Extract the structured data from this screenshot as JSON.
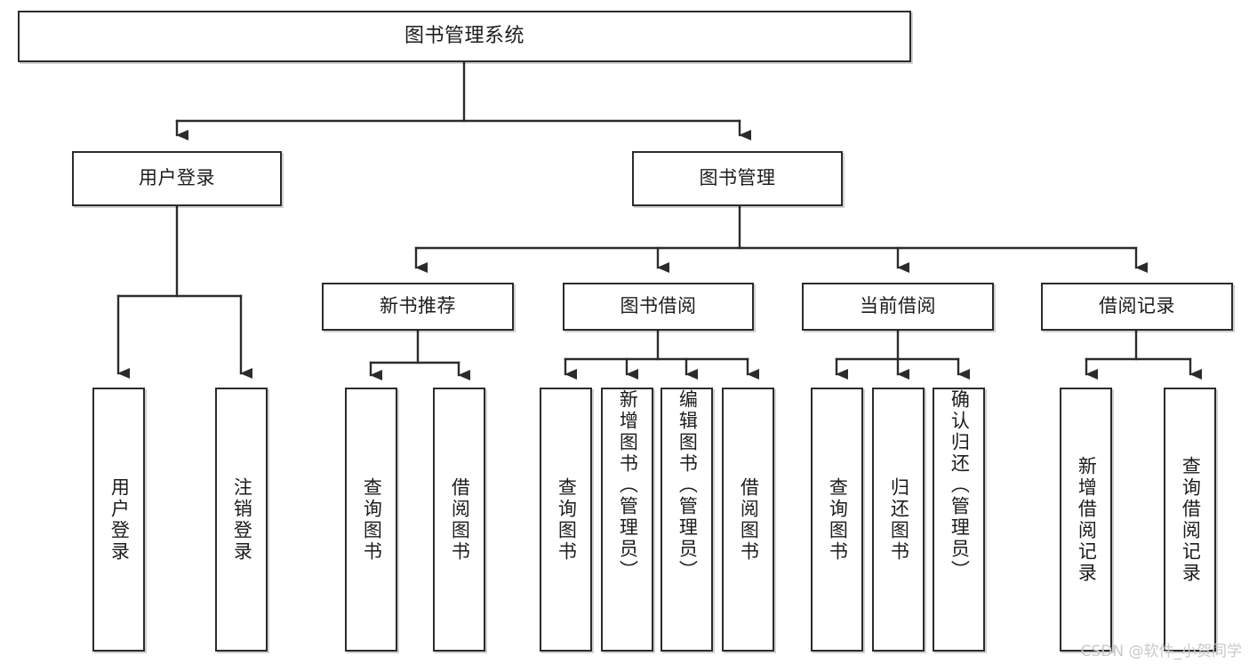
{
  "diagram": {
    "type": "tree",
    "title": "图书管理系统",
    "root": {
      "label": "图书管理系统"
    },
    "level2": [
      {
        "id": "user-login",
        "label": "用户登录"
      },
      {
        "id": "book-manage",
        "label": "图书管理"
      }
    ],
    "level3": [
      {
        "id": "new-book-recommend",
        "label": "新书推荐",
        "parent": "book-manage"
      },
      {
        "id": "book-borrow",
        "label": "图书借阅",
        "parent": "book-manage"
      },
      {
        "id": "current-borrow",
        "label": "当前借阅",
        "parent": "book-manage"
      },
      {
        "id": "borrow-record",
        "label": "借阅记录",
        "parent": "book-manage"
      }
    ],
    "leaves": [
      {
        "id": "leaf-user-login",
        "label": "用户登录",
        "parent": "user-login"
      },
      {
        "id": "leaf-logout",
        "label": "注销登录",
        "parent": "user-login"
      },
      {
        "id": "leaf-query-book-1",
        "label": "查询图书",
        "parent": "new-book-recommend"
      },
      {
        "id": "leaf-borrow-book-1",
        "label": "借阅图书",
        "parent": "new-book-recommend"
      },
      {
        "id": "leaf-query-book-2",
        "label": "查询图书",
        "parent": "book-borrow"
      },
      {
        "id": "leaf-add-book",
        "label": "新增图书（管理员）",
        "parent": "book-borrow"
      },
      {
        "id": "leaf-edit-book",
        "label": "编辑图书（管理员）",
        "parent": "book-borrow"
      },
      {
        "id": "leaf-borrow-book-2",
        "label": "借阅图书",
        "parent": "book-borrow"
      },
      {
        "id": "leaf-query-book-3",
        "label": "查询图书",
        "parent": "current-borrow"
      },
      {
        "id": "leaf-return-book",
        "label": "归还图书",
        "parent": "current-borrow"
      },
      {
        "id": "leaf-confirm-return",
        "label": "确认归还（管理员）",
        "parent": "current-borrow"
      },
      {
        "id": "leaf-add-record",
        "label": "新增借阅记录",
        "parent": "borrow-record"
      },
      {
        "id": "leaf-query-record",
        "label": "查询借阅记录",
        "parent": "borrow-record"
      }
    ],
    "colors": {
      "stroke": "#2b2b2b",
      "fill": "#ffffff",
      "text": "#1c1c1c",
      "watermark": "#c9c9c9"
    }
  },
  "watermark": {
    "text": "CSDN @软件_小贺同学"
  }
}
